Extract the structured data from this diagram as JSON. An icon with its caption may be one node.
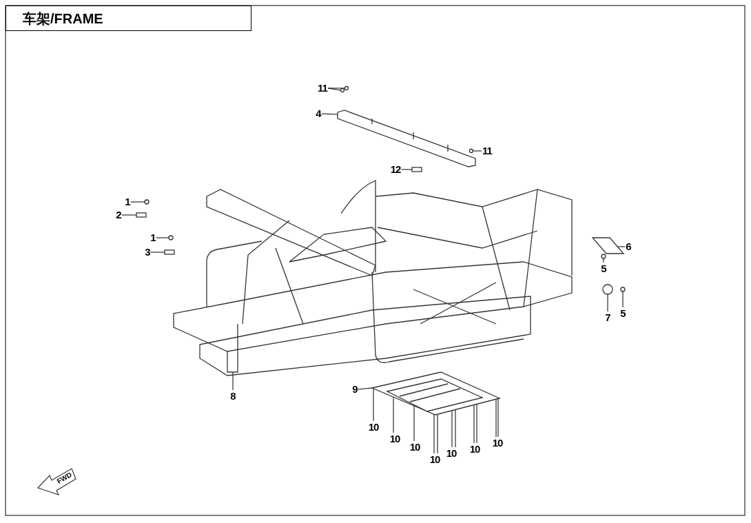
{
  "diagram": {
    "title": "车架/FRAME",
    "nodes": [
      {
        "text": [
          "11"
        ]
      },
      {
        "text": [
          "4"
        ]
      },
      {
        "text": [
          "11"
        ]
      },
      {
        "text": [
          "12"
        ]
      },
      {
        "text": [
          "1"
        ]
      },
      {
        "text": [
          "2"
        ]
      },
      {
        "text": [
          "1"
        ]
      },
      {
        "text": [
          "3"
        ]
      },
      {
        "text": [
          "6"
        ]
      },
      {
        "text": [
          "5"
        ]
      },
      {
        "text": [
          "7"
        ]
      },
      {
        "text": [
          "5"
        ]
      },
      {
        "text": [
          "8"
        ]
      },
      {
        "text": [
          "9"
        ]
      },
      {
        "text": [
          "10"
        ]
      },
      {
        "text": [
          "10"
        ]
      },
      {
        "text": [
          "10"
        ]
      },
      {
        "text": [
          "10"
        ]
      },
      {
        "text": [
          "10"
        ]
      },
      {
        "text": [
          "10"
        ]
      },
      {
        "text": [
          "10"
        ]
      },
      {
        "text": [],
        "shape": "circle"
      },
      {
        "text": [],
        "shape": "box"
      },
      {
        "text": [],
        "shape": "circle"
      },
      {
        "text": [],
        "shape": "box"
      },
      {
        "text": [],
        "shape": "picture"
      },
      {
        "text": [],
        "shape": "circle"
      },
      {
        "text": [],
        "shape": "circle"
      },
      {
        "text": [],
        "shape": "picture"
      },
      {
        "text": [],
        "shape": "box"
      },
      {
        "text": [],
        "shape": "circle"
      },
      {
        "text": [],
        "shape": "picture"
      },
      {
        "text": [],
        "shape": "picture"
      },
      {
        "text": [],
        "shape": "circle"
      },
      {
        "text": [],
        "shape": "circle"
      },
      {
        "text": [],
        "shape": "circle"
      }
    ],
    "edges": [
      {
        "from": 0,
        "to": 26,
        "arrow": "none"
      },
      {
        "from": 0,
        "to": 27,
        "arrow": "none"
      },
      {
        "from": 1,
        "to": 28,
        "arrow": "none"
      },
      {
        "from": 2,
        "to": 30,
        "arrow": "none"
      },
      {
        "from": 3,
        "to": 29,
        "arrow": "none"
      },
      {
        "from": 4,
        "to": 21,
        "arrow": "none"
      },
      {
        "from": 5,
        "to": 22,
        "arrow": "none"
      },
      {
        "from": 6,
        "to": 23,
        "arrow": "none"
      },
      {
        "from": 7,
        "to": 24,
        "arrow": "none"
      },
      {
        "from": 8,
        "to": 32,
        "arrow": "none"
      },
      {
        "from": 9,
        "to": 33,
        "arrow": "none"
      },
      {
        "from": 10,
        "to": 34,
        "arrow": "none"
      },
      {
        "from": 11,
        "to": 35,
        "arrow": "none"
      },
      {
        "from": 12,
        "to": 25,
        "arrow": "none"
      },
      {
        "from": 13,
        "to": 31,
        "arrow": "none"
      },
      {
        "from": 14,
        "to": 31,
        "arrow": "none"
      },
      {
        "from": 15,
        "to": 31,
        "arrow": "none"
      },
      {
        "from": 16,
        "to": 31,
        "arrow": "none"
      },
      {
        "from": 17,
        "to": 31,
        "arrow": "none"
      },
      {
        "from": 17,
        "to": 31,
        "arrow": "none"
      },
      {
        "from": 18,
        "to": 31,
        "arrow": "none"
      },
      {
        "from": 18,
        "to": 31,
        "arrow": "none"
      },
      {
        "from": 19,
        "to": 31,
        "arrow": "none"
      },
      {
        "from": 19,
        "to": 31,
        "arrow": "none"
      },
      {
        "from": 20,
        "to": 31,
        "arrow": "none"
      },
      {
        "from": 20,
        "to": 31,
        "arrow": "none"
      }
    ],
    "labels": [
      "FWD"
    ]
  }
}
